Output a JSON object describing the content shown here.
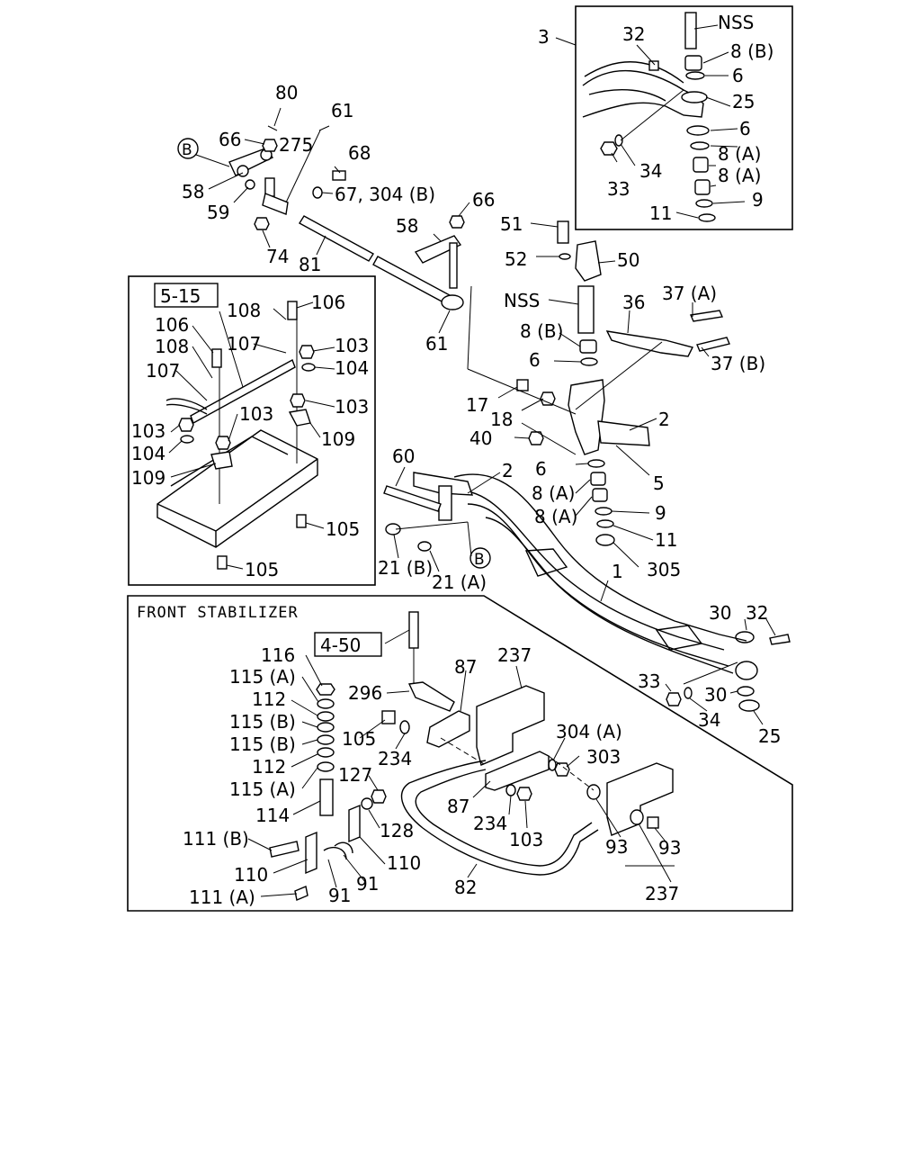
{
  "diagram": {
    "section_title": "FRONT STABILIZER",
    "reference_boxes": {
      "box_5_15": "5-15",
      "box_4_50": "4-50"
    },
    "circle_markers": {
      "b_top": "B",
      "b_mid": "B"
    },
    "kingpin_inset": {
      "nss": "NSS",
      "l3": "3",
      "l32": "32",
      "l8b": "8 (B)",
      "l6a": "6",
      "l25": "25",
      "l6b": "6",
      "l8a1": "8 (A)",
      "l8a2": "8 (A)",
      "l9": "9",
      "l11": "11",
      "l33": "33",
      "l34": "34"
    },
    "steering": {
      "l80": "80",
      "l61a": "61",
      "l66a": "66",
      "l275": "275",
      "l68": "68",
      "l67": "67, 304 (B)",
      "l58a": "58",
      "l59": "59",
      "l74": "74",
      "l81": "81",
      "l66b": "66",
      "l58b": "58",
      "l61b": "61"
    },
    "knuckle": {
      "l51": "51",
      "l52": "52",
      "l50": "50",
      "nss": "NSS",
      "l36": "36",
      "l37a": "37 (A)",
      "l8b": "8 (B)",
      "l37b": "37 (B)",
      "l6a": "6",
      "l17": "17",
      "l18": "18",
      "l2a": "2",
      "l40": "40",
      "l5": "5",
      "l6b": "6",
      "l2b": "2",
      "l8a1": "8 (A)",
      "l8a2": "8 (A)",
      "l9": "9",
      "l11": "11",
      "l305": "305",
      "l60": "60",
      "l21b": "21 (B)",
      "l21a": "21 (A)",
      "l1": "1"
    },
    "axle_end": {
      "l30a": "30",
      "l32": "32",
      "l33": "33",
      "l34": "34",
      "l30b": "30",
      "l25": "25"
    },
    "tank_inset": {
      "l108a": "108",
      "l106a": "106",
      "l106b": "106",
      "l108b": "108",
      "l107a": "107",
      "l103a": "103",
      "l104a": "104",
      "l107b": "107",
      "l103b": "103",
      "l103c": "103",
      "l103d": "103",
      "l109a": "109",
      "l104b": "104",
      "l109b": "109",
      "l105a": "105",
      "l105b": "105"
    },
    "stabilizer": {
      "l116": "116",
      "l115a1": "115 (A)",
      "l112a": "112",
      "l115b1": "115 (B)",
      "l115b2": "115 (B)",
      "l112b": "112",
      "l115a2": "115 (A)",
      "l114": "114",
      "l111b": "111 (B)",
      "l110a": "110",
      "l111a": "111 (A)",
      "l91a": "91",
      "l91b": "91",
      "l110b": "110",
      "l128": "128",
      "l127": "127",
      "l105": "105",
      "l234a": "234",
      "l296": "296",
      "l87a": "87",
      "l237a": "237",
      "l304a": "304 (A)",
      "l303": "303",
      "l87b": "87",
      "l234b": "234",
      "l103": "103",
      "l82": "82",
      "l93a": "93",
      "l93b": "93",
      "l237b": "237"
    }
  }
}
